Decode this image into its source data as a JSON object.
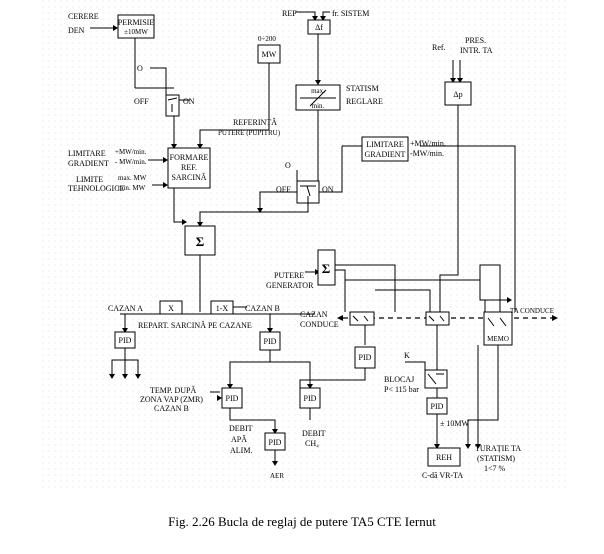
{
  "caption": "Fig. 2.26 Bucla de reglaj de putere TA5 CTE Iernut",
  "blocks": {
    "permisie": [
      "PERMISIE",
      "±10MW"
    ],
    "formare_ref": [
      "FORMARE",
      "REF.",
      "SARCINĂ"
    ],
    "mw": "MW",
    "delta_f": "Δf",
    "statism_box": [
      "max.",
      "min."
    ],
    "limitare_gradient_right": [
      "LIMITARE",
      "GRADIENT"
    ],
    "delta_p": "Δp",
    "sum1": "Σ",
    "sum2": "Σ",
    "x": "X",
    "one_minus_x": "1-X",
    "pid": "PID",
    "memo": "MEMO",
    "reh": "REH"
  },
  "labels": {
    "cerere_den": [
      "CERERE",
      "DEN"
    ],
    "ref": "REF",
    "fr_sistem": "fr. SISTEM",
    "range_0_200": "0÷200",
    "statism_reglare": [
      "STATISM",
      "REGLARE"
    ],
    "ref_pres": "Ref.",
    "pres_intr_ta": [
      "PRES.",
      "INTR. TA"
    ],
    "o": "O",
    "off": "OFF",
    "on": "ON",
    "referinta_putere": [
      "REFERINȚĂ",
      "PUTERE (PUPITRU)"
    ],
    "limitare_gradient_left": [
      "LIMITARE",
      "GRADIENT"
    ],
    "mw_min_left": [
      "+MW/min.",
      "- MW/min."
    ],
    "limite_tehnologice": [
      "LIMITE",
      "TEHNOLOGICE"
    ],
    "max_min_mw": [
      "max. MW",
      "min. MW"
    ],
    "mw_min_right": [
      "+MW/min.",
      "-MW/min."
    ],
    "putere_generator": [
      "PUTERE",
      "GENERATOR"
    ],
    "cazan_a": "CAZAN A",
    "cazan_b": "CAZAN B",
    "repart": "REPART. SARCINĂ PE CAZANE",
    "cazan_conduce": [
      "CAZAN",
      "CONDUCE"
    ],
    "ta_conduce": "TA CONDUCE",
    "k": "K",
    "blocaj": [
      "BLOCAJ",
      "P< 115 bar"
    ],
    "temp_dupa": [
      "TEMP. DUPĂ",
      "ZONA VAP (ZMR)",
      "CAZAN B"
    ],
    "debit_apa": [
      "DEBIT",
      "APĂ",
      "ALIM."
    ],
    "debit_ch4": [
      "DEBIT",
      "CH₄"
    ],
    "aer": "AER",
    "pm10mw": "± 10MW",
    "turatie": [
      "TURAȚIE TA",
      "(STATISM)",
      "1<7 %"
    ],
    "c_da": "C-dă VR-TA"
  }
}
